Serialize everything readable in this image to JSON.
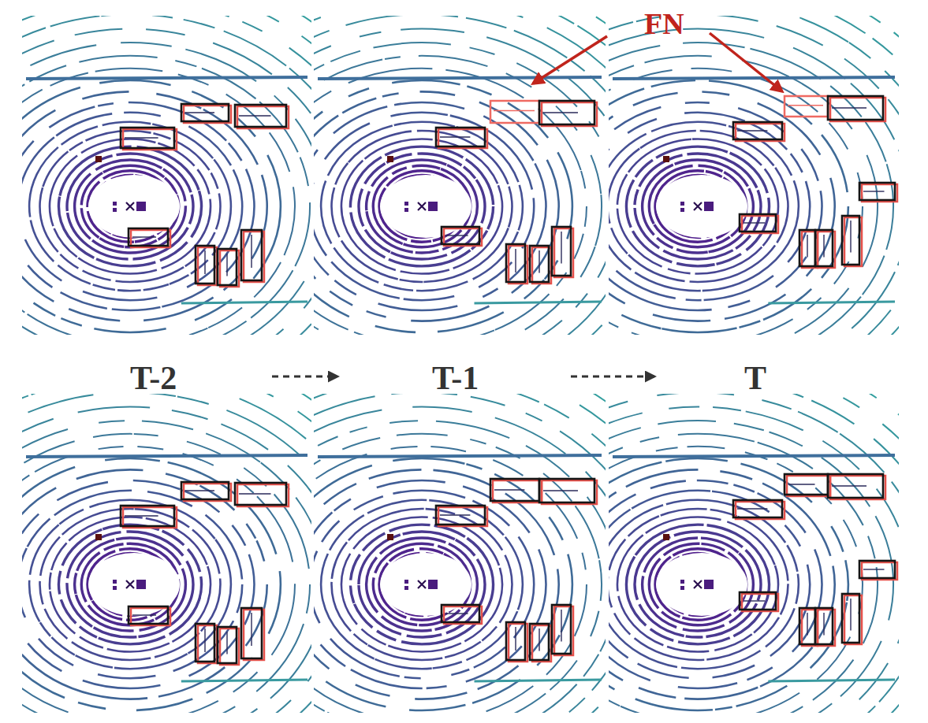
{
  "diagram": {
    "labels": [
      "FN",
      "T-2",
      "T-1",
      "T"
    ]
  }
}
